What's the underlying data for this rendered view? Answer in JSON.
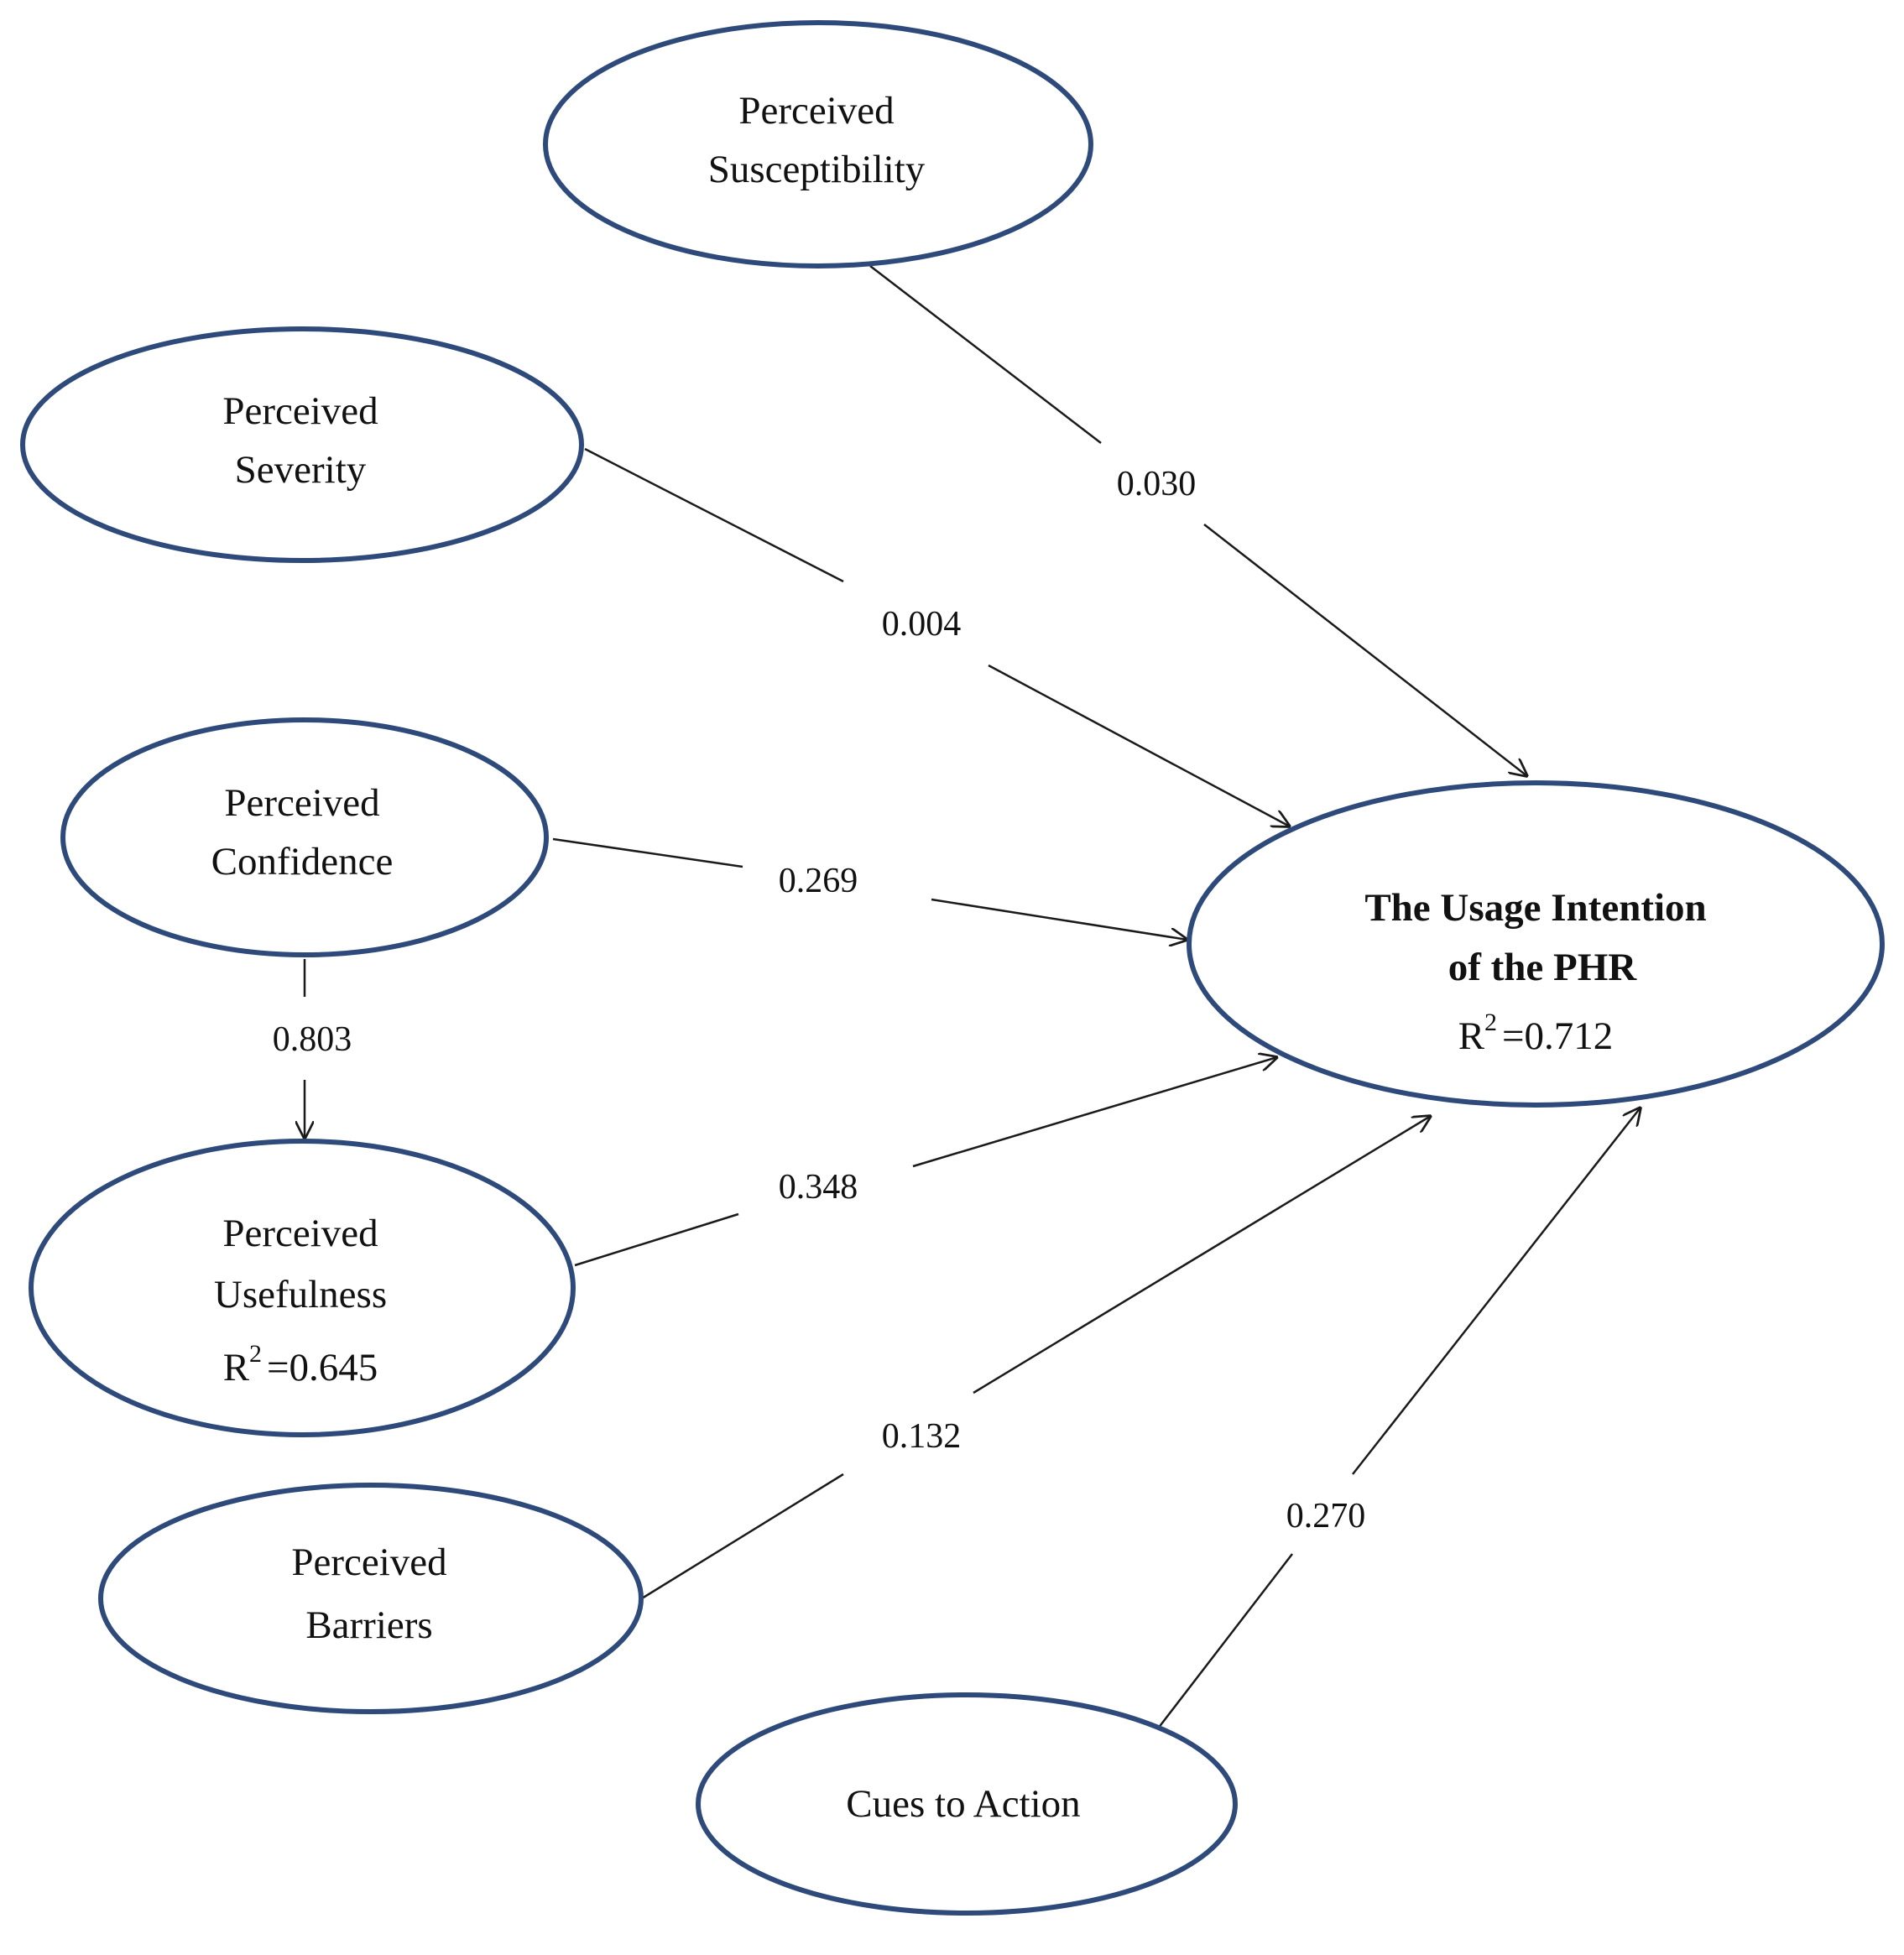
{
  "nodes": {
    "susceptibility": {
      "line1": "Perceived",
      "line2": "Susceptibility"
    },
    "severity": {
      "line1": "Perceived",
      "line2": "Severity"
    },
    "confidence": {
      "line1": "Perceived",
      "line2": "Confidence"
    },
    "usefulness": {
      "line1": "Perceived",
      "line2": "Usefulness",
      "r_label": "R",
      "r_sup": "2",
      "r_value": "=0.645"
    },
    "barriers": {
      "line1": "Perceived",
      "line2": "Barriers"
    },
    "cues": {
      "line1": "Cues to Action"
    },
    "intention": {
      "line1": "The Usage Intention",
      "line2": "of the PHR",
      "r_label": "R",
      "r_sup": "2",
      "r_value": "=0.712"
    }
  },
  "edges": {
    "susceptibility_intention": "0.030",
    "severity_intention": "0.004",
    "confidence_intention": "0.269",
    "confidence_usefulness": "0.803",
    "usefulness_intention": "0.348",
    "barriers_intention": "0.132",
    "cues_intention": "0.270"
  },
  "colors": {
    "node_stroke": "#2e4a7a",
    "edge": "#1a1a1a",
    "background": "#ffffff"
  }
}
